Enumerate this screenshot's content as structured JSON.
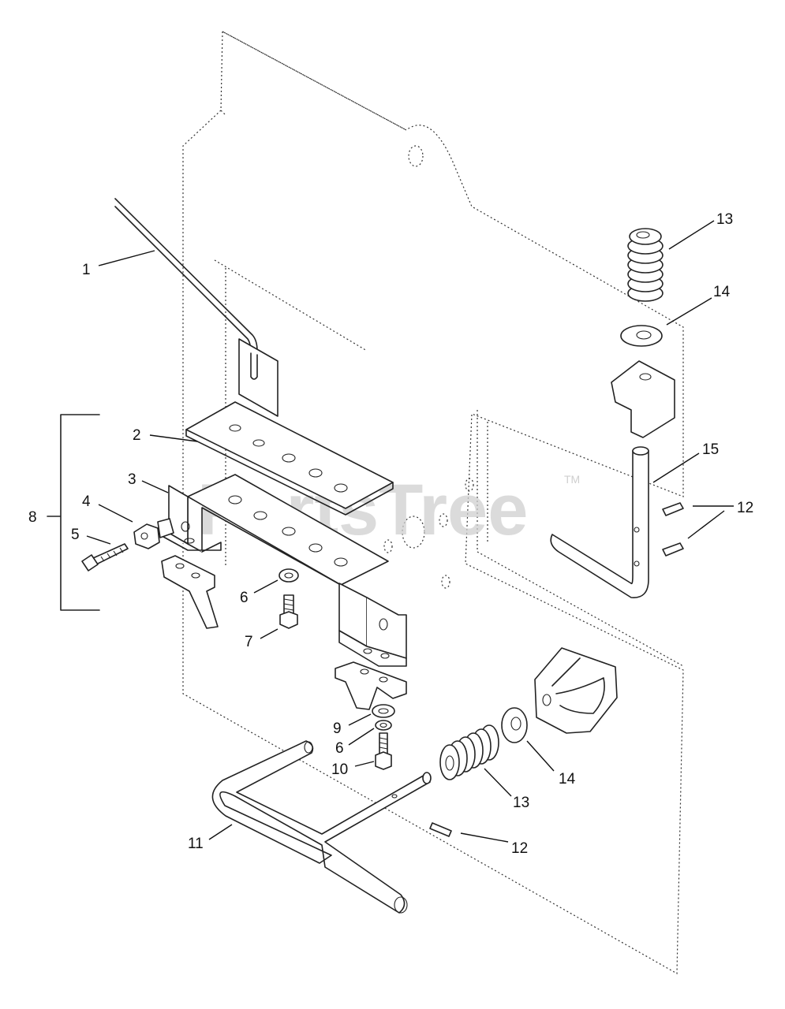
{
  "watermark": {
    "text": "PartsTree",
    "tm": "TM"
  },
  "labels": {
    "l1": "1",
    "l2": "2",
    "l3": "3",
    "l4": "4",
    "l5": "5",
    "l6a": "6",
    "l6b": "6",
    "l7": "7",
    "l8": "8",
    "l9": "9",
    "l10": "10",
    "l11": "11",
    "l12a": "12",
    "l12b": "12",
    "l13a": "13",
    "l13b": "13",
    "l14a": "14",
    "l14b": "14",
    "l15": "15"
  }
}
